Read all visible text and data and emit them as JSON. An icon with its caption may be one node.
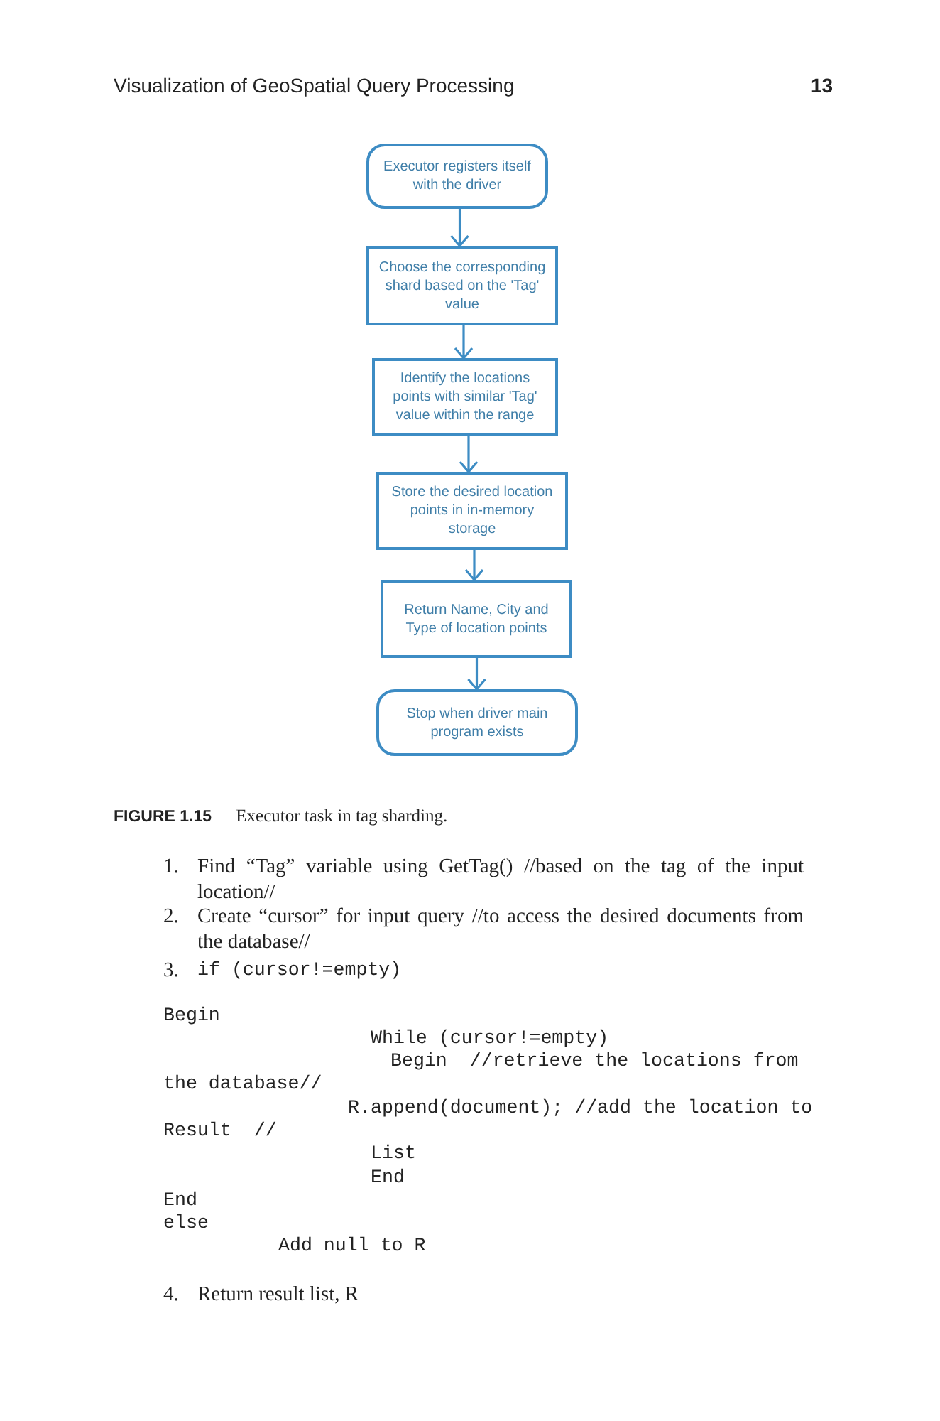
{
  "diagram": {
    "title": "Visualization of GeoSpatial Query Processing",
    "caption": "**FIGURE 1.15** Executor task in tag sharding.",
    "nodes": [
      {
        "text": [
          "Executor registers itself with the driver"
        ]
      },
      {
        "text": [
          "Choose the corresponding shard based on the 'Tag' value"
        ]
      },
      {
        "text": [
          "Identify the locations points with similar 'Tag' value within the range"
        ]
      },
      {
        "text": [
          "Store the desired location points in in-memory storage"
        ]
      },
      {
        "text": [
          "Return Name, City and Type of location points"
        ]
      },
      {
        "text": [
          "Stop when driver main program exists"
        ]
      }
    ],
    "edges": [
      {
        "from": 0,
        "to": 1,
        "arrow": "to"
      },
      {
        "from": 1,
        "to": 2,
        "arrow": "to"
      },
      {
        "from": 2,
        "to": 3,
        "arrow": "to"
      },
      {
        "from": 3,
        "to": 4,
        "arrow": "to"
      },
      {
        "from": 4,
        "to": 5,
        "arrow": "to"
      }
    ],
    "labels": [
      "13",
      "1.",
      "Find “Tag” variable using GetTag() //based on the tag of the input location//",
      "2.",
      "Create “cursor” for input query //to access the desired documents from the database//",
      "3.",
      "if (cursor!=empty)",
      "Begin",
      "While (cursor!=empty)",
      "Begin  //retrieve the locations from the database//",
      "R.append(document); //add the location to Result  //",
      "List",
      "End",
      "End",
      "else",
      "Add null to R",
      "4.",
      "Return result list, R"
    ]
  }
}
